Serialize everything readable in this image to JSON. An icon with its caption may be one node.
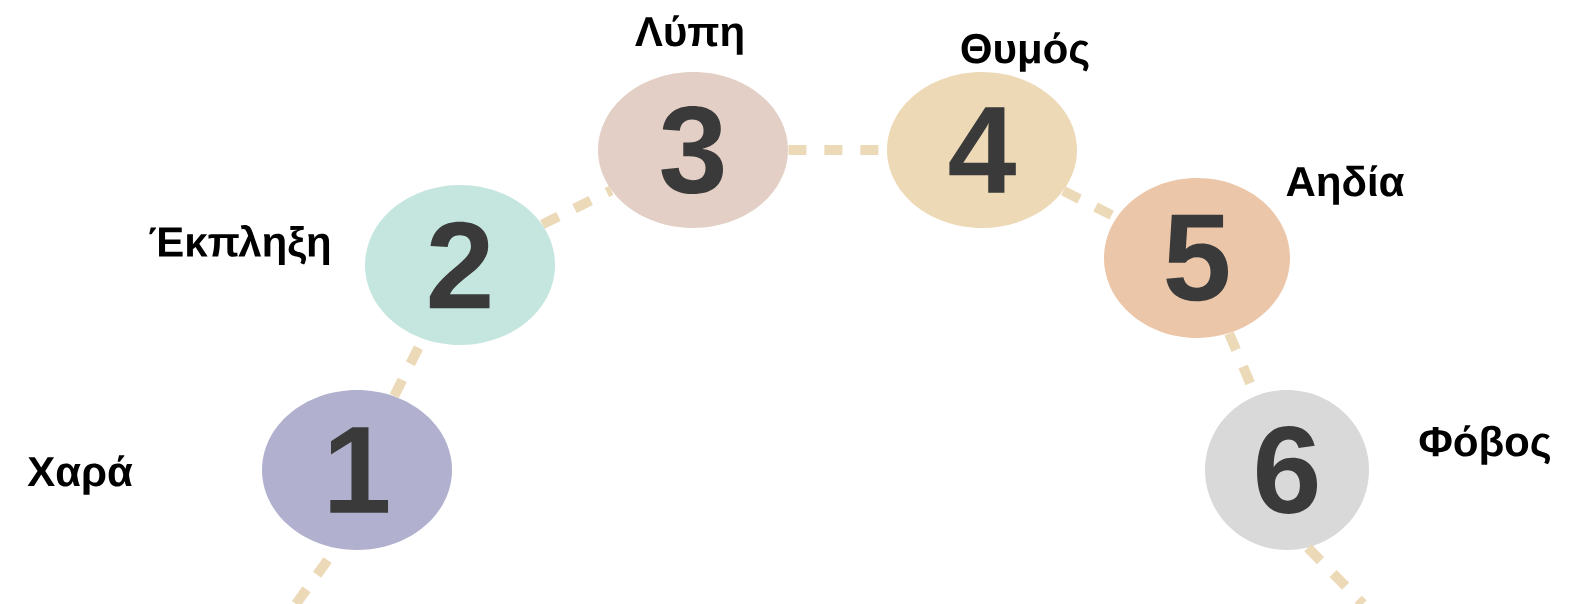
{
  "diagram": {
    "nodes": [
      {
        "text": [
          "1"
        ],
        "beside": [
          "Χαρά"
        ]
      },
      {
        "text": [
          "2"
        ],
        "beside": [
          "Έκπληξη"
        ]
      },
      {
        "text": [
          "3"
        ],
        "beside": [
          "Λύπη"
        ]
      },
      {
        "text": [
          "4"
        ],
        "beside": [
          "Θυμός"
        ]
      },
      {
        "text": [
          "5"
        ],
        "beside": [
          "Αηδία"
        ]
      },
      {
        "text": [
          "6"
        ],
        "beside": [
          "Φόβος"
        ]
      }
    ],
    "edges": [
      {
        "from": null,
        "to": 0,
        "arrow": "none",
        "style": "dashed"
      },
      {
        "from": 0,
        "to": 1,
        "arrow": "none",
        "style": "dashed"
      },
      {
        "from": 1,
        "to": 2,
        "arrow": "none",
        "style": "dashed"
      },
      {
        "from": 2,
        "to": 3,
        "arrow": "none",
        "style": "dashed"
      },
      {
        "from": 3,
        "to": 4,
        "arrow": "none",
        "style": "dashed"
      },
      {
        "from": 4,
        "to": 5,
        "arrow": "none",
        "style": "dashed"
      },
      {
        "from": 5,
        "to": null,
        "arrow": "none",
        "style": "dashed"
      }
    ]
  }
}
